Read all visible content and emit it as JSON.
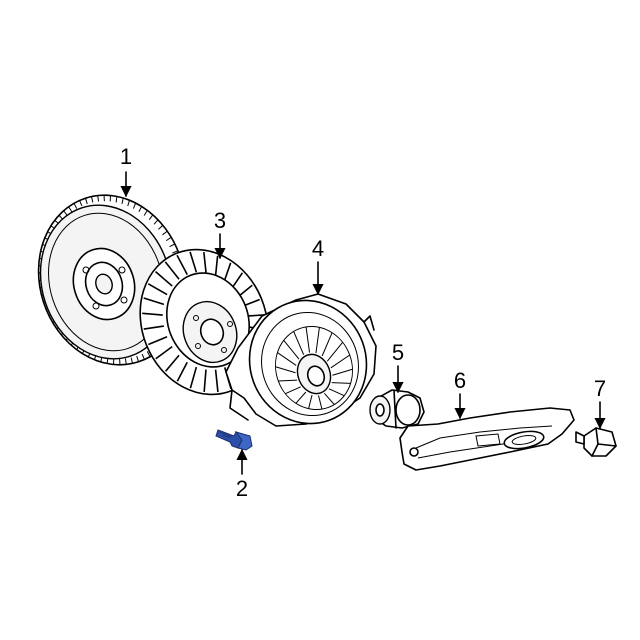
{
  "callouts": [
    {
      "id": "1",
      "label": "1",
      "part": "flywheel"
    },
    {
      "id": "2",
      "label": "2",
      "part": "bolt",
      "highlight_color": "#2b4fa8"
    },
    {
      "id": "3",
      "label": "3",
      "part": "clutch-disc"
    },
    {
      "id": "4",
      "label": "4",
      "part": "pressure-plate"
    },
    {
      "id": "5",
      "label": "5",
      "part": "release-bearing"
    },
    {
      "id": "6",
      "label": "6",
      "part": "release-fork"
    },
    {
      "id": "7",
      "label": "7",
      "part": "pivot-stud"
    }
  ],
  "colors": {
    "line": "#000000",
    "background": "#ffffff",
    "highlight": "#2b4fa8"
  }
}
